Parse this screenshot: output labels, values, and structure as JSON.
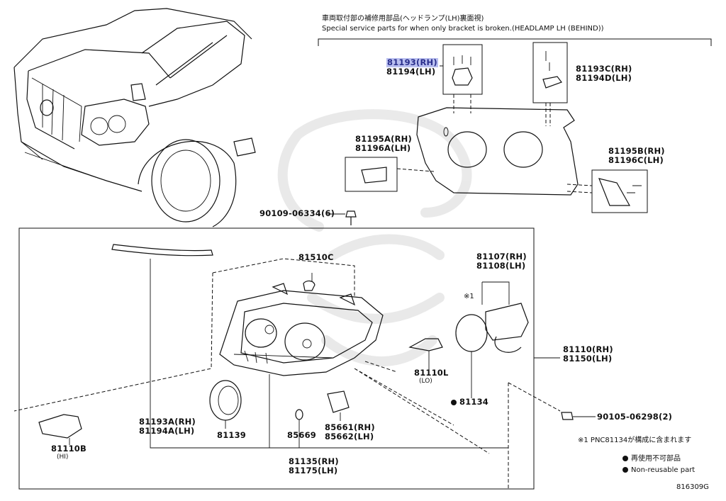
{
  "header": {
    "japanese": "車両取付部の補修用部品(ヘッドランプ(LH)裏面視)",
    "english": "Special service parts for when only bracket is broken.(HEADLAMP LH (BEHIND))"
  },
  "parts": {
    "p81193": "81193(RH)",
    "p81194": "81194(LH)",
    "p81193c": "81193C(RH)",
    "p81194d": "81194D(LH)",
    "p81195a": "81195A(RH)",
    "p81196a": "81196A(LH)",
    "p81195b": "81195B(RH)",
    "p81196c": "81196C(LH)",
    "p90109": "90109-06334(6)",
    "p81510c": "81510C",
    "p81107": "81107(RH)",
    "p81108": "81108(LH)",
    "note_mark": "※1",
    "p81110": "81110(RH)",
    "p81150": "81150(LH)",
    "p81110l": "81110L",
    "p81110l_sub": "(LO)",
    "p81134": "81134",
    "p90105": "90105-06298(2)",
    "p81110b": "81110B",
    "p81110b_sub": "(HI)",
    "p81193a": "81193A(RH)",
    "p81194a": "81194A(LH)",
    "p81139": "81139",
    "p85669": "85669",
    "p85661": "85661(RH)",
    "p85662": "85662(LH)",
    "p81135": "81135(RH)",
    "p81175": "81175(LH)"
  },
  "notes": {
    "pnc_note": "※1 PNC81134が構成に含まれます",
    "legend_jp": "再使用不可部品",
    "legend_en": "Non-reusable part"
  },
  "diagram_id": "816309G",
  "colors": {
    "highlight_bg": "#b9bff0",
    "highlight_text": "#2a2f8c",
    "ink": "#111111"
  }
}
